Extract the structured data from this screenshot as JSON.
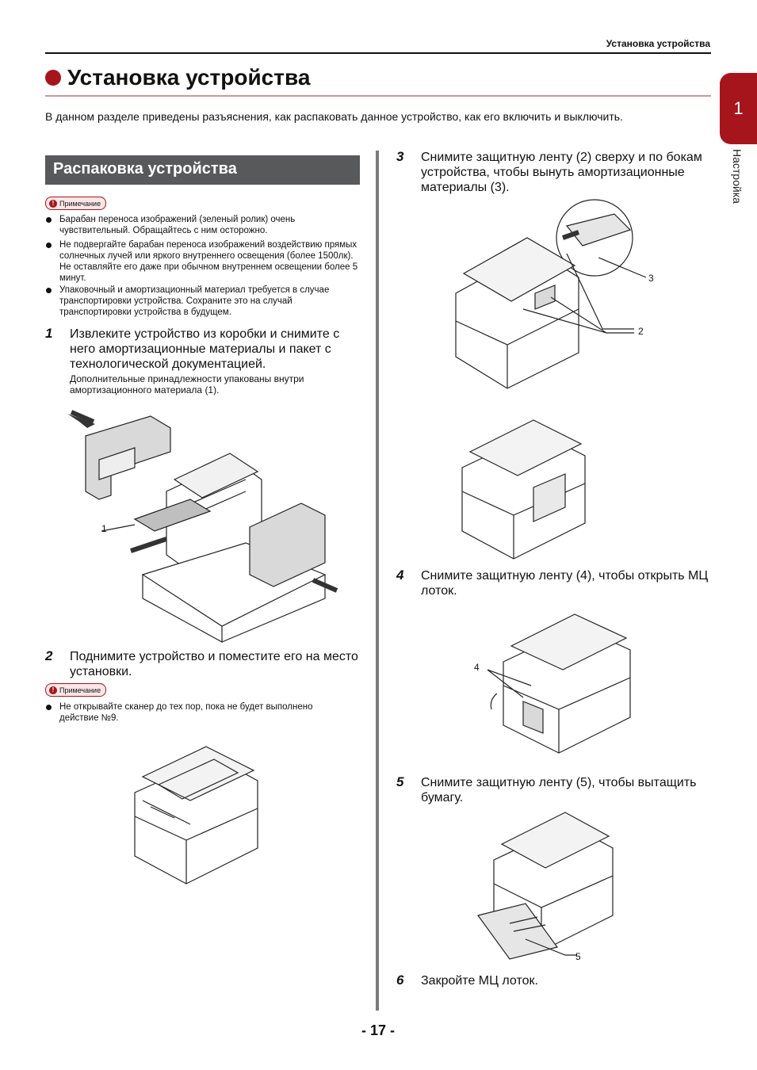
{
  "header": {
    "title": "Установка устройства"
  },
  "chapter_tab": {
    "number": "1",
    "label": "Настройка"
  },
  "page_title": "Установка устройства",
  "intro": "В данном разделе приведены разъяснения, как распаковать данное устройство, как его включить и выключить.",
  "section": {
    "title": "Распаковка устройства"
  },
  "note_label": "Примечание",
  "note1": {
    "items": [
      "Барабан переноса изображений (зеленый ролик) очень чувствительный. Обращайтесь с ним осторожно.",
      "Не подвергайте барабан переноса изображений воздействию прямых солнечных лучей или яркого внутреннего освещения (более 1500лк). Не оставляйте его даже при обычном внутреннем освещении более 5 минут.",
      "Упаковочный и амортизационный материал требуется в случае транспортировки устройства. Сохраните это на случай транспортировки устройства в будущем."
    ]
  },
  "steps": [
    {
      "num": "1",
      "text": "Извлеките устройство из коробки и снимите с него амортизационные материалы и пакет с технологической документацией.",
      "sub": "Дополнительные принадлежности упакованы внутри амортизационного материала (1)."
    },
    {
      "num": "2",
      "text": "Поднимите устройство и поместите его на место установки."
    },
    {
      "num": "3",
      "text": "Снимите защитную ленту (2) сверху и по бокам устройства, чтобы вынуть амортизационные материалы (3)."
    },
    {
      "num": "4",
      "text": "Снимите защитную ленту (4), чтобы открыть МЦ лоток."
    },
    {
      "num": "5",
      "text": "Снимите защитную ленту (5), чтобы вытащить бумагу."
    },
    {
      "num": "6",
      "text": "Закройте МЦ лоток."
    }
  ],
  "note2": {
    "items": [
      "Не открывайте сканер до тех пор, пока не будет выполнено действие №9."
    ]
  },
  "callouts": {
    "c1": "1",
    "c2": "2",
    "c3": "3",
    "c4": "4",
    "c5": "5"
  },
  "page_number": "- 17 -"
}
